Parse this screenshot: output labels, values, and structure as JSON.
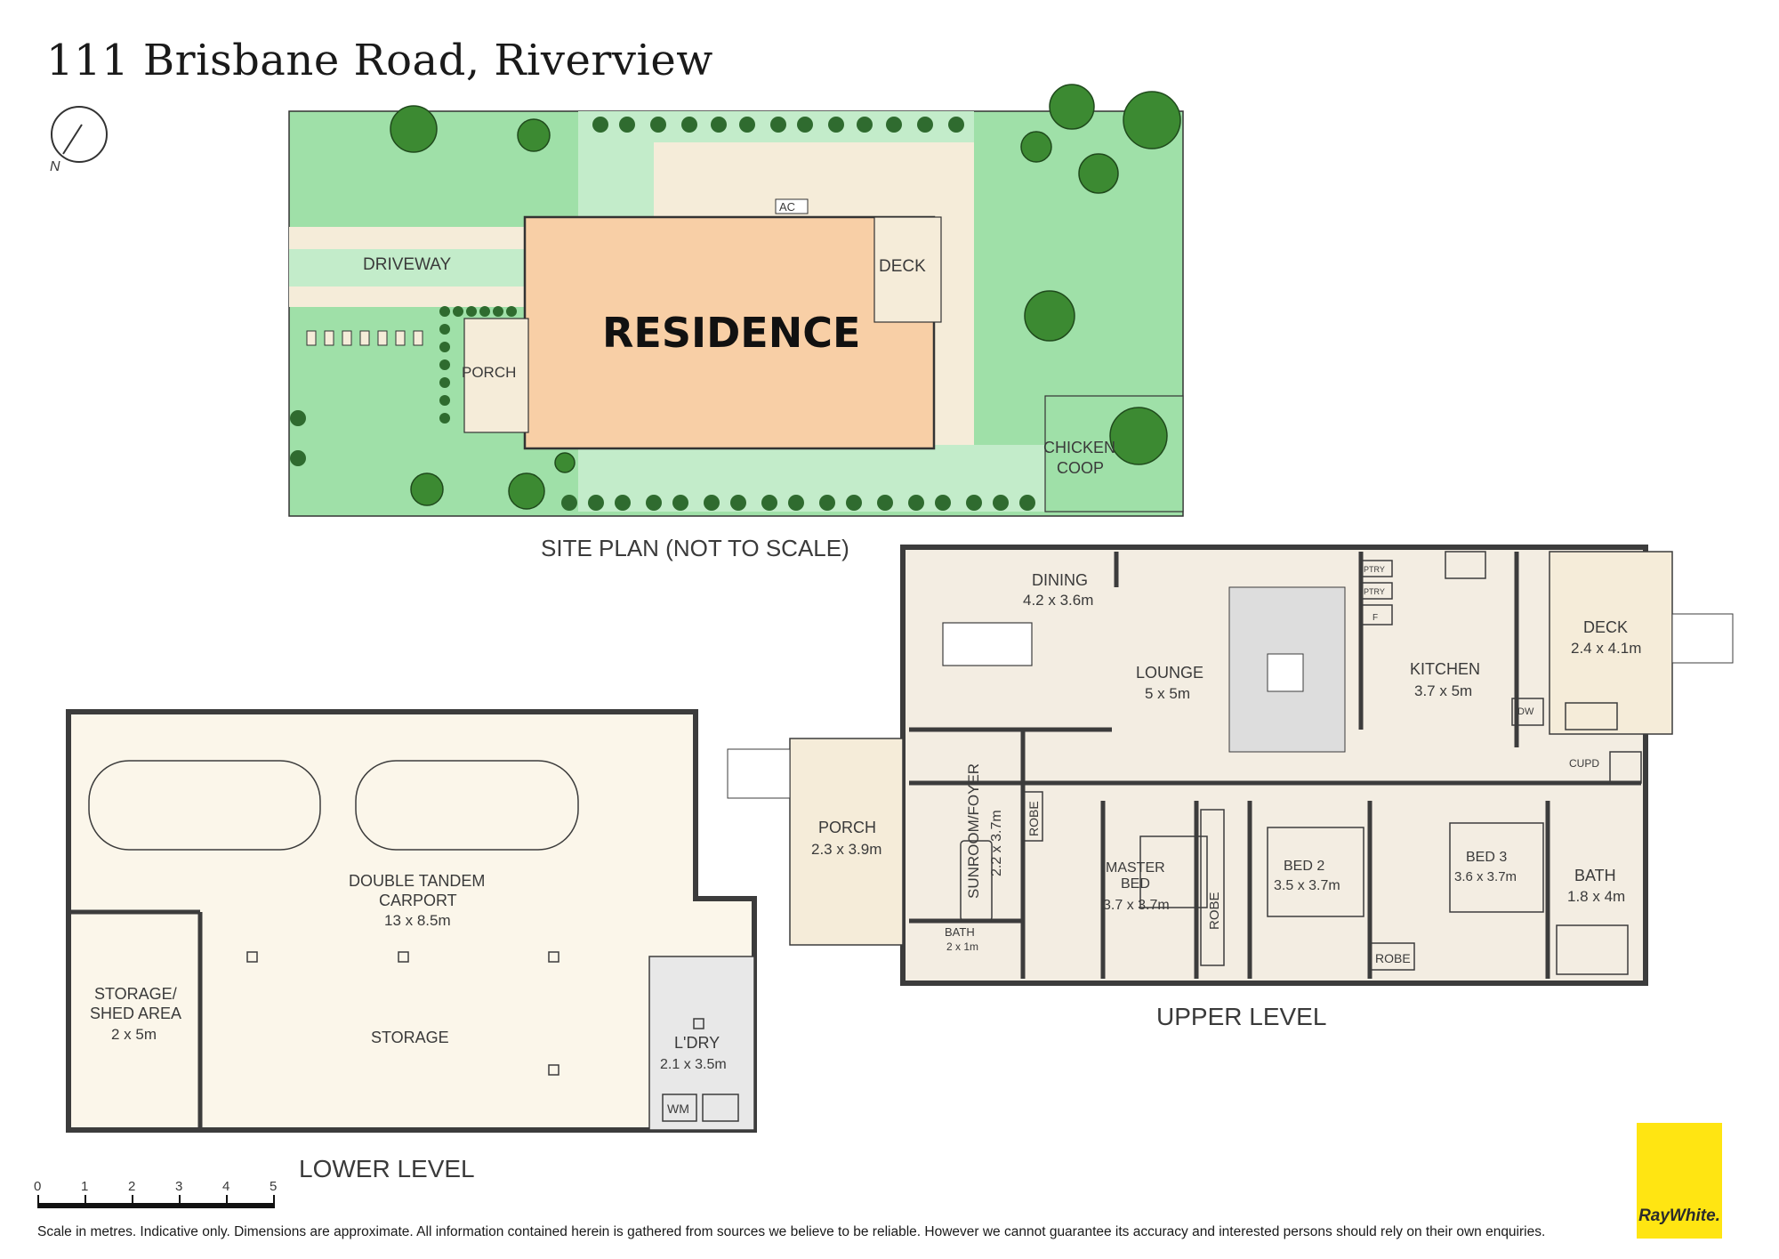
{
  "title": "111 Brisbane Road, Riverview",
  "compass": {
    "letter": "N"
  },
  "site_plan": {
    "caption": "SITE PLAN (NOT TO SCALE)",
    "labels": {
      "driveway": "DRIVEWAY",
      "residence": "RESIDENCE",
      "deck": "DECK",
      "porch": "PORCH",
      "ac": "AC",
      "chicken_coop_1": "CHICKEN",
      "chicken_coop_2": "COOP"
    }
  },
  "upper_level": {
    "caption": "UPPER LEVEL",
    "rooms": {
      "dining": {
        "name": "DINING",
        "size": "4.2 x 3.6m"
      },
      "lounge": {
        "name": "LOUNGE",
        "size": "5 x 5m"
      },
      "kitchen": {
        "name": "KITCHEN",
        "size": "3.7 x 5m"
      },
      "deck": {
        "name": "DECK",
        "size": "2.4 x 4.1m"
      },
      "porch": {
        "name": "PORCH",
        "size": "2.3 x 3.9m"
      },
      "sunroom": {
        "name": "SUNROOM/FOYER",
        "size": "2.2 x 3.7m"
      },
      "bath_small": {
        "name": "BATH",
        "size": "2 x 1m"
      },
      "master_bed_1": "MASTER",
      "master_bed_2": "BED",
      "master_bed_size": "3.7 x 3.7m",
      "bed2": {
        "name": "BED 2",
        "size": "3.5 x 3.7m"
      },
      "bed3": {
        "name": "BED 3",
        "size": "3.6 x 3.7m"
      },
      "bath": {
        "name": "BATH",
        "size": "1.8 x 4m"
      },
      "robe": "ROBE",
      "cupd": "CUPD",
      "ptry": "PTRY",
      "fridge": "F",
      "dw": "DW"
    }
  },
  "lower_level": {
    "caption": "LOWER LEVEL",
    "rooms": {
      "carport_1": "DOUBLE TANDEM",
      "carport_2": "CARPORT",
      "carport_size": "13 x 8.5m",
      "storage_shed_1": "STORAGE/",
      "storage_shed_2": "SHED AREA",
      "storage_shed_size": "2 x 5m",
      "storage": "STORAGE",
      "laundry": {
        "name": "L'DRY",
        "size": "2.1 x 3.5m"
      },
      "wm": "WM"
    }
  },
  "scale": {
    "ticks": [
      "0",
      "1",
      "2",
      "3",
      "4",
      "5"
    ]
  },
  "disclaimer": "Scale in metres. Indicative only. Dimensions are approximate. All information contained herein is gathered from sources we believe to be reliable. However we cannot guarantee its accuracy and interested persons should rely on their own enquiries.",
  "logo": {
    "text": "RayWhite.",
    "color": "#ffe512"
  },
  "colors": {
    "lawn": "#9fe0a8",
    "residence": "#f8cfa6",
    "floor": "#f3ede2",
    "carport": "#fbf6ea",
    "wall": "#3c3c3c"
  }
}
